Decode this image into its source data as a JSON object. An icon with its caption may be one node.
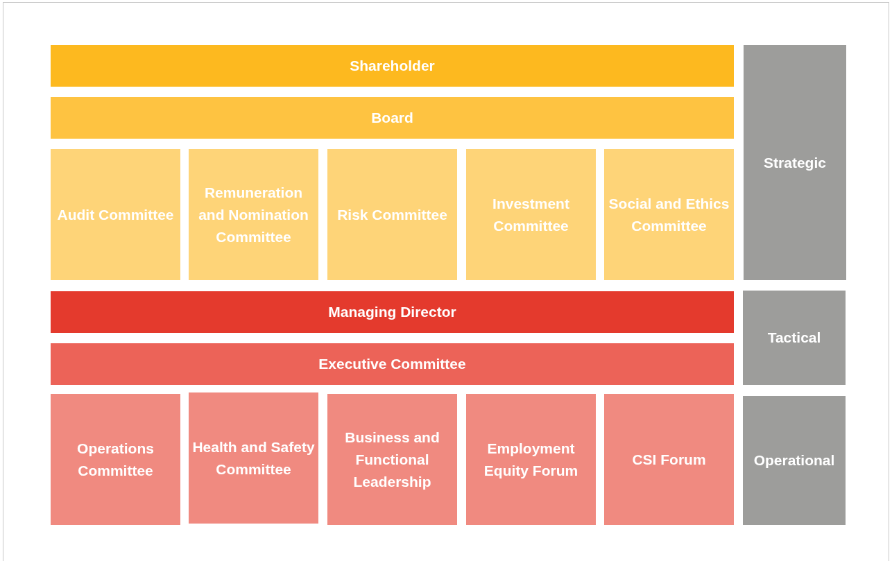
{
  "diagram": {
    "nodes": [
      {
        "text": [
          "Shareholder"
        ]
      },
      {
        "text": [
          "Board"
        ]
      },
      {
        "text": [
          "Audit Committee"
        ]
      },
      {
        "text": [
          "Remuneration and Nomination Committee"
        ]
      },
      {
        "text": [
          "Risk Committee"
        ]
      },
      {
        "text": [
          "Investment Committee"
        ]
      },
      {
        "text": [
          "Social and Ethics Committee"
        ]
      },
      {
        "text": [
          "Managing Director"
        ]
      },
      {
        "text": [
          "Executive Committee"
        ]
      },
      {
        "text": [
          "Operations Committee"
        ]
      },
      {
        "text": [
          "Health and Safety Committee"
        ]
      },
      {
        "text": [
          "Business and Functional Leadership"
        ]
      },
      {
        "text": [
          "Employment Equity Forum"
        ]
      },
      {
        "text": [
          "CSI Forum"
        ]
      },
      {
        "text": [
          "Strategic"
        ]
      },
      {
        "text": [
          "Tactical"
        ]
      },
      {
        "text": [
          "Operational"
        ]
      }
    ]
  }
}
